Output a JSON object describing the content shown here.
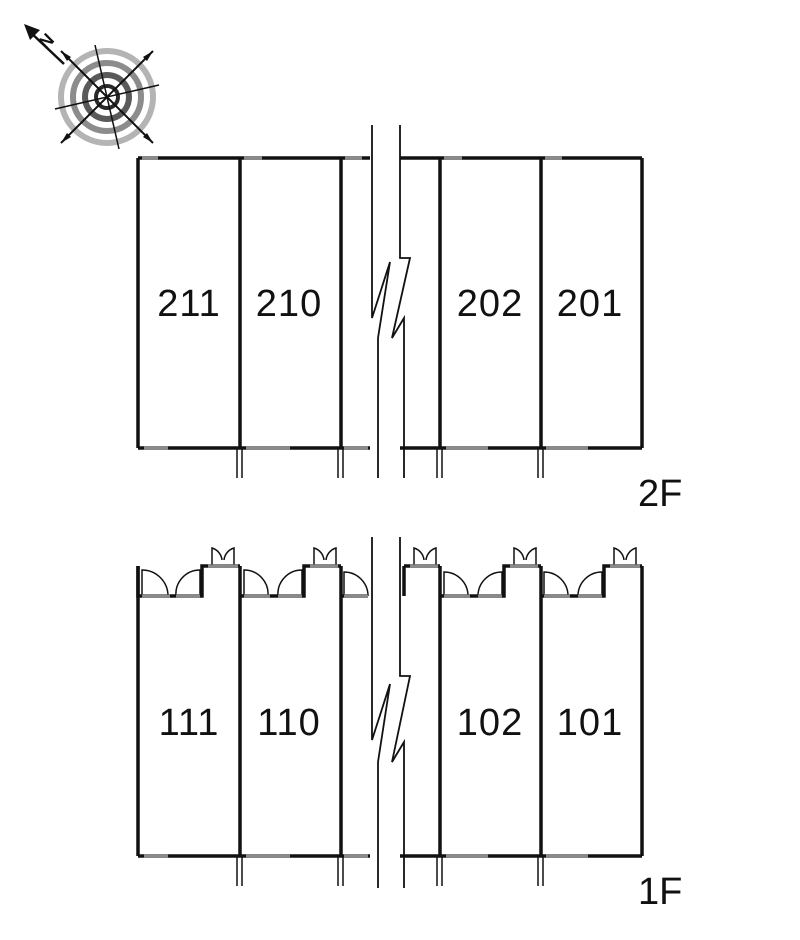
{
  "compass": {
    "north_label": "N",
    "icon": "compass-rose-icon"
  },
  "floors": [
    {
      "id": "2F",
      "label": "2F",
      "units": [
        "211",
        "210",
        "202",
        "201"
      ]
    },
    {
      "id": "1F",
      "label": "1F",
      "units": [
        "111",
        "110",
        "102",
        "101"
      ]
    }
  ],
  "break_symbol": "break-line-icon"
}
